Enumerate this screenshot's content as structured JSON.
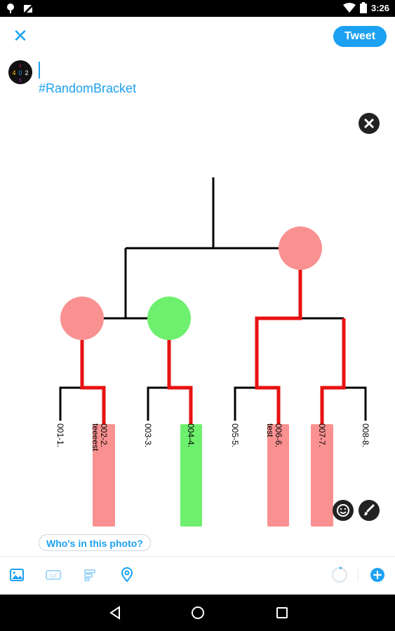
{
  "status_bar": {
    "time": "3:26",
    "icons": [
      "notification-icon",
      "screencast-icon",
      "wifi-icon",
      "battery-icon"
    ]
  },
  "toolbar": {
    "close_icon": "close-icon",
    "tweet_label": "Tweet"
  },
  "compose": {
    "hashtag": "#RandomBracket",
    "avatar_digits": [
      "1",
      "4",
      "0",
      "2",
      "5"
    ]
  },
  "bracket": {
    "entries": [
      {
        "label": "001-1.",
        "status": "none"
      },
      {
        "label": "002-2.",
        "sub": "teeeest",
        "status": "loser"
      },
      {
        "label": "003-3.",
        "status": "none"
      },
      {
        "label": "004-4.",
        "status": "winner"
      },
      {
        "label": "005-5.",
        "status": "none"
      },
      {
        "label": "006-6.",
        "sub": "test",
        "status": "loser"
      },
      {
        "label": "007-7.",
        "status": "loser"
      },
      {
        "label": "008-8.",
        "status": "none"
      }
    ],
    "colors": {
      "win": "#6ef06e",
      "lose": "#fa9191",
      "path": "#e81212",
      "line": "#000000"
    }
  },
  "media_actions": {
    "sticker_icon": "smiley-icon",
    "edit_icon": "brush-icon",
    "remove_icon": "close-circle-icon"
  },
  "whos_in_photo": "Who's in this photo?",
  "bottom_toolbar": {
    "icons": [
      "image-icon",
      "gif-icon",
      "poll-icon",
      "location-icon",
      "char-counter-icon",
      "add-thread-icon"
    ]
  },
  "nav_bar": {
    "icons": [
      "back-icon",
      "home-icon",
      "recents-icon"
    ]
  },
  "colors": {
    "accent": "#1da1f2"
  }
}
